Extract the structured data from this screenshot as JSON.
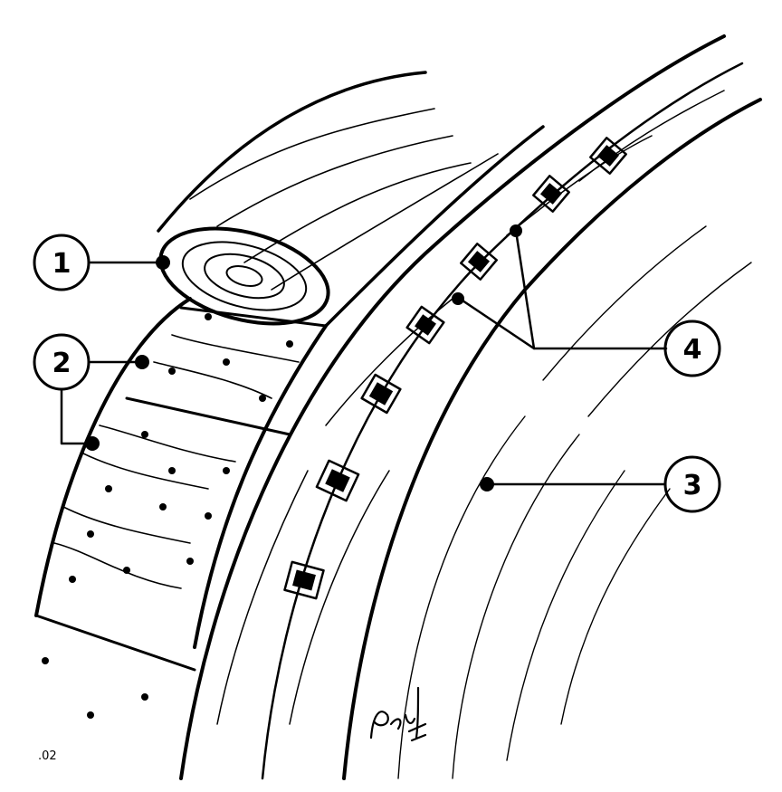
{
  "callouts": [
    {
      "id": "1",
      "label": "1"
    },
    {
      "id": "2",
      "label": "2"
    },
    {
      "id": "3",
      "label": "3"
    },
    {
      "id": "4",
      "label": "4"
    }
  ],
  "page_code": ".02",
  "signature": "Paul 59",
  "colors": {
    "ink": "#000000",
    "paper": "#ffffff"
  }
}
